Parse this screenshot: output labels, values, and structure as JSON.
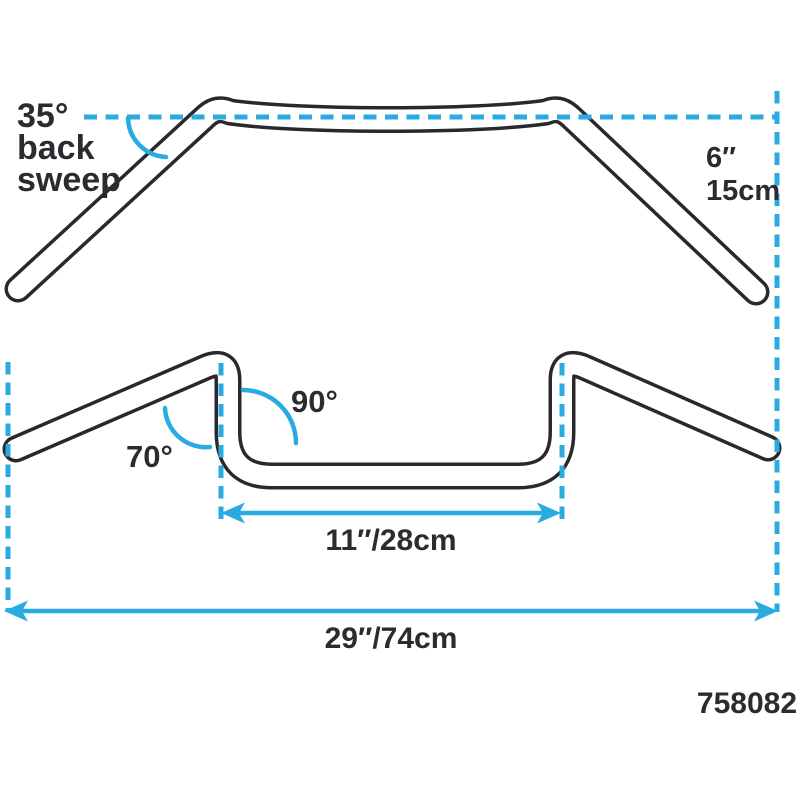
{
  "colors": {
    "accent_blue": "#29abe2",
    "ink_dark": "#2b282b",
    "text_dark": "#2e2a30",
    "background": "#ffffff"
  },
  "diagram": {
    "subject": "motorcycle handlebar dimension diagram",
    "views": [
      "top-view",
      "front-view"
    ],
    "labels": {
      "backsweep": {
        "angle": "35°",
        "word1": "back",
        "word2": "sweep"
      },
      "rise": {
        "inches": "6″",
        "cm": "15cm"
      },
      "grip_angle": "70°",
      "corner_angle": "90°",
      "center_width": "11″/28cm",
      "overall_width": "29″/74cm",
      "part_number": "758082"
    },
    "dimensions": {
      "backsweep_deg": 35,
      "grip_angle_deg": 70,
      "corner_angle_deg": 90,
      "rise": "6 in / 15 cm",
      "center_section_width": "11 in / 28 cm",
      "overall_width": "29 in / 74 cm"
    }
  }
}
